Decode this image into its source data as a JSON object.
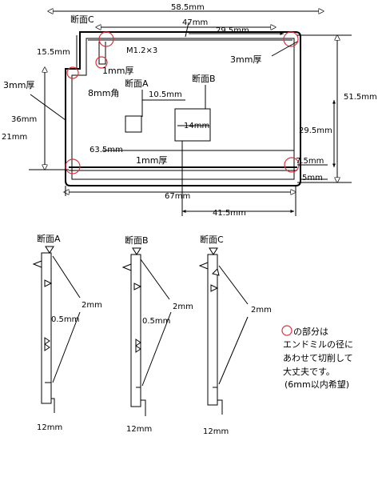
{
  "top_view": {
    "dims": {
      "w585": "58.5mm",
      "w47": "47mm",
      "w295": "29.5mm",
      "h155": "15.5mm",
      "t3a": "3mm厚",
      "t3b": "3mm厚",
      "t1a": "1mm厚",
      "t1b": "1mm厚",
      "m12": "M1.2×3",
      "sq8": "8mm角",
      "w105": "10.5mm",
      "w14": "14mm",
      "h36": "36mm",
      "h21": "21mm",
      "w635": "63.5mm",
      "h515": "51.5mm",
      "h295": "29.5mm",
      "h75": "7.5mm",
      "h5": "5mm",
      "w67": "67mm",
      "w415": "41.5mm"
    },
    "section_labels": {
      "a": "断面A",
      "b": "断面B",
      "c": "断面C"
    }
  },
  "sections": {
    "a": {
      "title": "断面A",
      "d2": "2mm",
      "d05": "0.5mm",
      "d12": "12mm"
    },
    "b": {
      "title": "断面B",
      "d2": "2mm",
      "d05": "0.5mm",
      "d12": "12mm"
    },
    "c": {
      "title": "断面C",
      "d2": "2mm",
      "d12": "12mm"
    }
  },
  "note": {
    "line1": "の部分は",
    "line2": "エンドミルの径に",
    "line3": "あわせて切削して",
    "line4": "大丈夫です。",
    "line5": "(6mm以内希望)"
  },
  "colors": {
    "ink": "#000000",
    "highlight": "#e0303a",
    "background": "#ffffff"
  }
}
